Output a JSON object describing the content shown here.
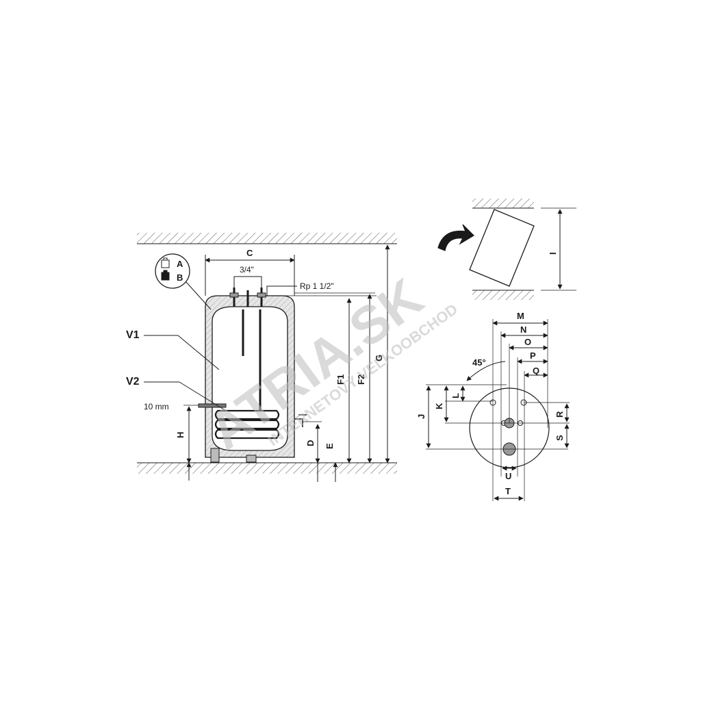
{
  "labels": {
    "C": "C",
    "three_quarter": "3/4\"",
    "rp": "Rp 1 1/2\"",
    "legend_A": "A",
    "legend_B": "B",
    "V1": "V1",
    "V2": "V2",
    "ten_mm": "10 mm",
    "H": "H",
    "D": "D",
    "E": "E",
    "F1": "F1",
    "F2": "F2",
    "G": "G",
    "I": "I",
    "M": "M",
    "N": "N",
    "O": "O",
    "P": "P",
    "Q": "Q",
    "angle": "45°",
    "J": "J",
    "K": "K",
    "L": "L",
    "R": "R",
    "S": "S",
    "U": "U",
    "T": "T"
  },
  "watermark": {
    "line1": "ATRIA.SK",
    "line2": "INTERNETOVÝ VEĽKOOBCHOD"
  },
  "colors": {
    "line": "#1a1a1a",
    "hatch": "#555555",
    "insulation": "#d9d9d9",
    "watermark": "#bdbdbd"
  }
}
